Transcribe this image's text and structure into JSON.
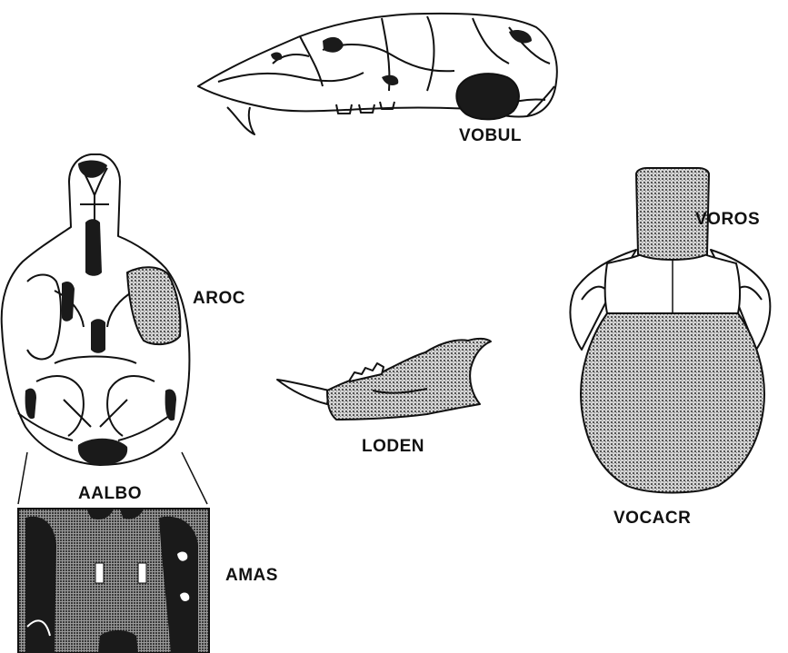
{
  "labels": {
    "vobul": "VOBUL",
    "voros": "VOROS",
    "aroc": "AROC",
    "loden": "LODEN",
    "aalbo": "AALBO",
    "vocacr": "VOCACR",
    "amas": "AMAS"
  },
  "colors": {
    "outline": "#111111",
    "shade": "#8a8a8a",
    "dark": "#1a1a1a",
    "background": "#ffffff"
  }
}
